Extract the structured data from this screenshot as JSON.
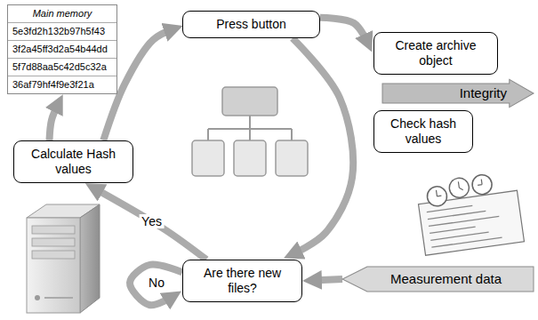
{
  "diagram": {
    "nodes": [
      {
        "text": [
          "Main memory",
          "5e3fd2h132b97h5f43",
          "3f2a45ff3d2a54b44dd",
          "5f7d88aa5c42d5c32a",
          "36af79hf4f9e3f21a"
        ]
      },
      {
        "text": [
          "Press button"
        ]
      },
      {
        "text": [
          "Create archive object"
        ]
      },
      {
        "text": [
          "Integrity"
        ]
      },
      {
        "text": [
          "Check hash values"
        ]
      },
      {
        "text": [
          "Measurement data"
        ]
      },
      {
        "text": [
          "Are there new files?"
        ]
      },
      {
        "text": [
          "Calculate Hash values"
        ]
      }
    ],
    "edges": [
      {
        "from": 1,
        "to": 6,
        "arrow": "to"
      },
      {
        "from": 6,
        "to": 7,
        "label": "Yes",
        "arrow": "to"
      },
      {
        "from": 7,
        "to": 1,
        "arrow": "to"
      },
      {
        "from": 7,
        "to": 0,
        "arrow": "to"
      },
      {
        "from": 1,
        "to": 2,
        "arrow": "to"
      },
      {
        "from": 5,
        "to": 6,
        "arrow": "to"
      },
      {
        "from": 6,
        "to": 6,
        "label": "No",
        "arrow": "to"
      }
    ]
  }
}
